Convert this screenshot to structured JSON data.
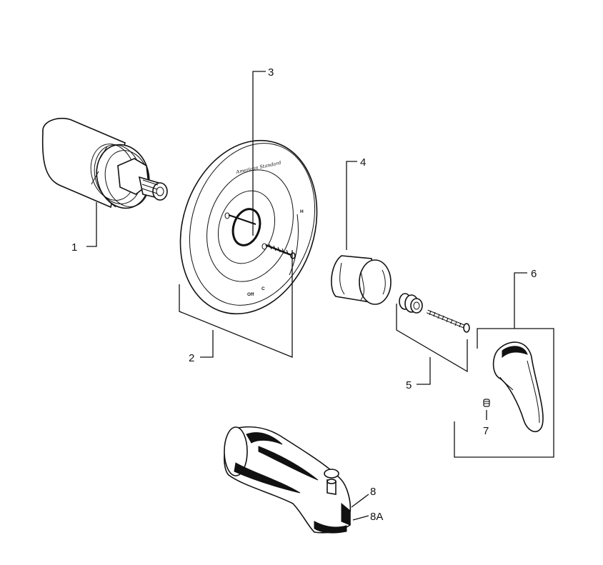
{
  "callouts": {
    "c1": "1",
    "c2": "2",
    "c3": "3",
    "c4": "4",
    "c5": "5",
    "c6": "6",
    "c7": "7",
    "c8": "8",
    "c8a": "8A"
  },
  "escutcheon": {
    "brand": "American Standard",
    "hot": "H",
    "cold": "C",
    "off": "Off"
  }
}
